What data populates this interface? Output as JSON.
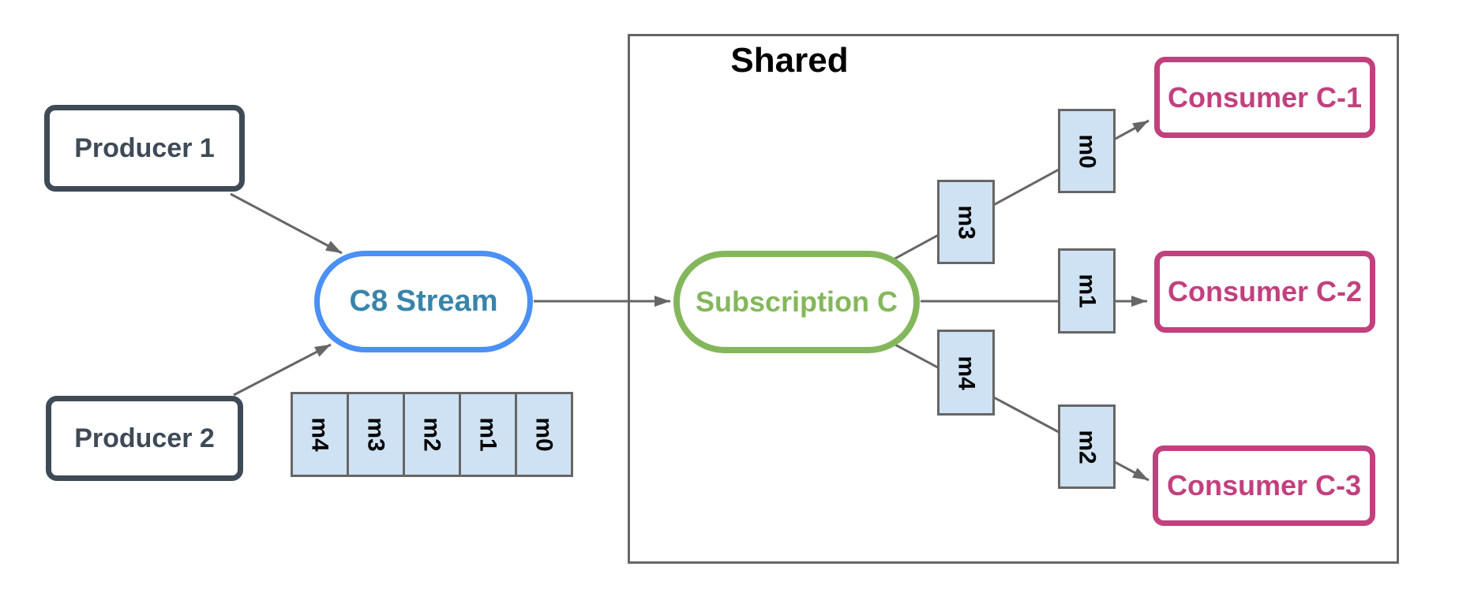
{
  "producers": [
    "Producer 1",
    "Producer 2"
  ],
  "stream": {
    "label": "C8 Stream"
  },
  "queue_messages": [
    "m4",
    "m3",
    "m2",
    "m1",
    "m0"
  ],
  "shared": {
    "title": "Shared",
    "subscription_label": "Subscription C",
    "routed_messages": [
      "m3",
      "m0",
      "m1",
      "m4",
      "m2"
    ],
    "consumers": [
      "Consumer C-1",
      "Consumer C-2",
      "Consumer C-3"
    ]
  },
  "colors": {
    "producer-dark": "#3f4a57",
    "stream-border": "#4a90f5",
    "stream-text": "#3984ab",
    "subscription-green": "#84b75b",
    "consumer-pink": "#c2407d",
    "message-fill": "#cfe2f3",
    "message-border": "#666666",
    "connector-gray": "#666666",
    "shared-border": "#666666",
    "message-text": "#000000",
    "title-black": "#000000"
  }
}
